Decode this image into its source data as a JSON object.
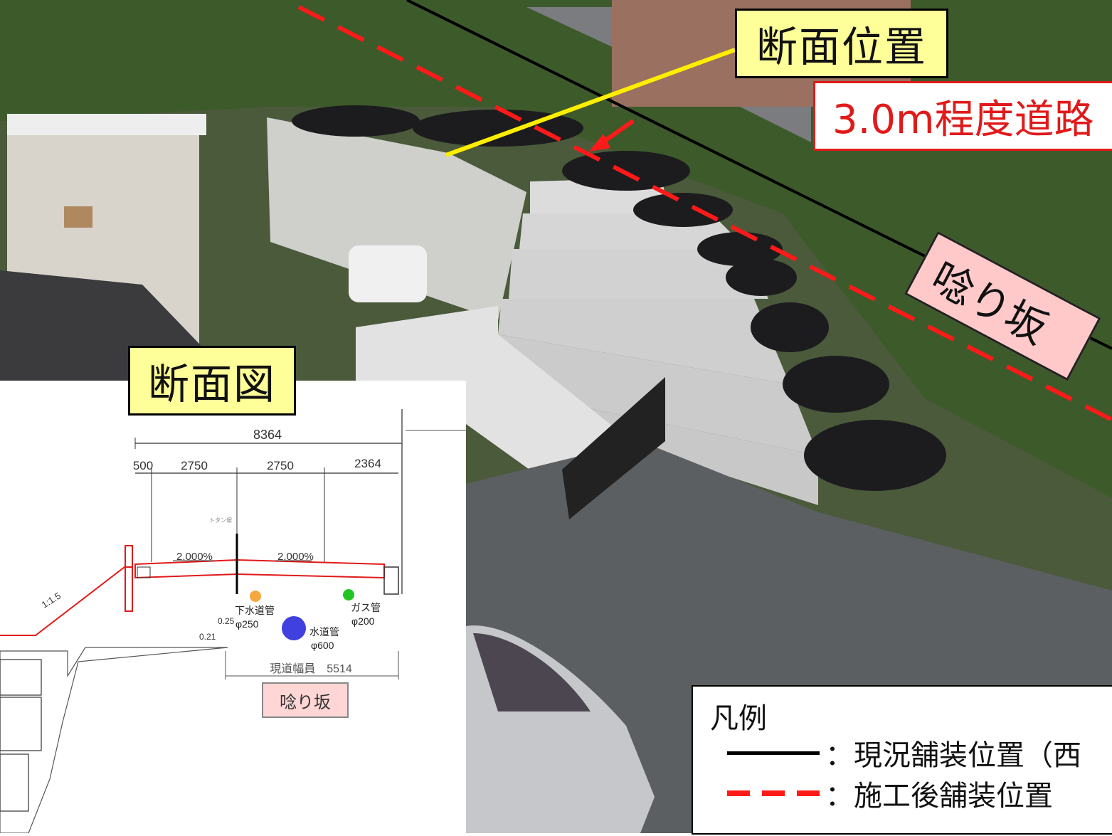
{
  "labels": {
    "section_position": "断面位置",
    "road_width_note": "3.0m程度道路",
    "slope_name": "唸り坂",
    "section_drawing": "断面図"
  },
  "drawing": {
    "total_width": "8364",
    "segments": [
      "500",
      "2750",
      "2750",
      "2364"
    ],
    "crossfall_left": "2.000%",
    "crossfall_right": "2.000%",
    "side_slope": "1:1.5",
    "tag_small": "トタン塀",
    "offset_a": "0.25",
    "offset_b": "0.21",
    "sewer_pipe": "下水道管",
    "sewer_diameter": "φ250",
    "water_pipe": "水道管",
    "water_diameter": "φ600",
    "gas_pipe": "ガス管",
    "gas_diameter": "φ200",
    "existing_width": "現道幅員　5514",
    "slope_label": "唸り坂"
  },
  "legend": {
    "title": "凡例",
    "existing_pavement": "：現況舗装位置（西",
    "after_pavement": "：施工後舗装位置"
  },
  "colors": {
    "existing_line": "#000000",
    "after_line": "#ff1a1a",
    "position_line": "#ffee00",
    "label_yellow": "#ffff99",
    "label_pink": "#ffc9c9",
    "sewer": "#f5a742",
    "water": "#4040e0",
    "gas": "#22c422"
  }
}
